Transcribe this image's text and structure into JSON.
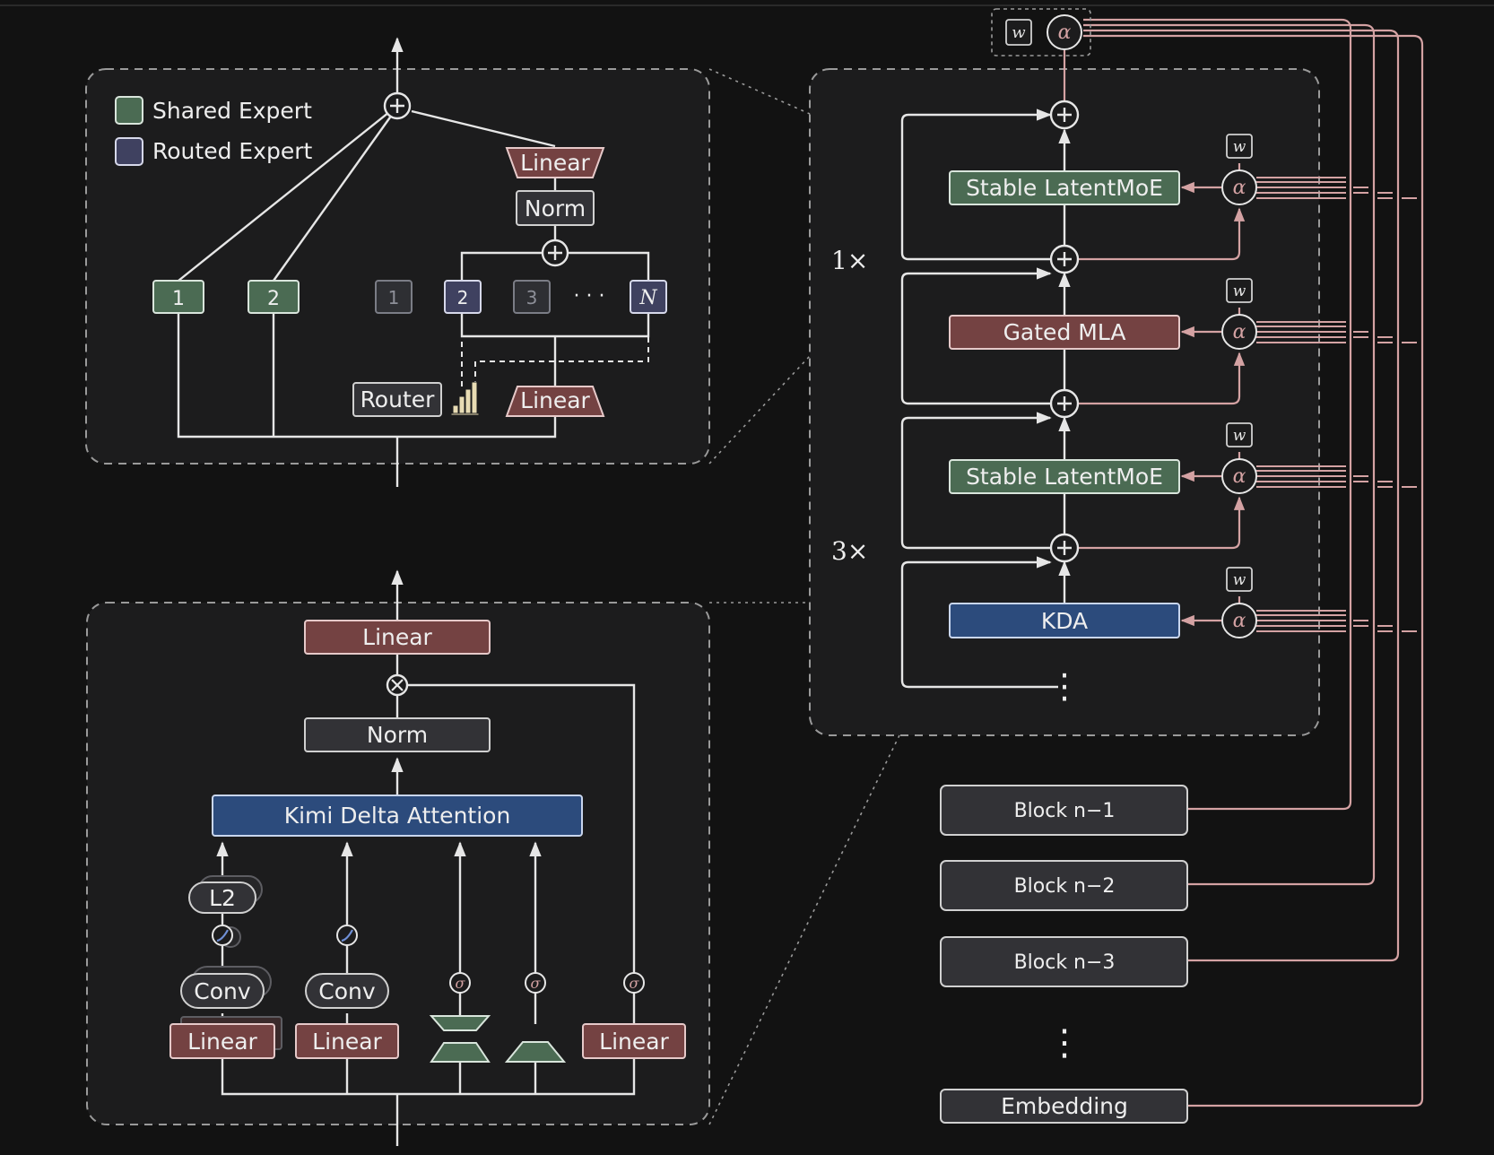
{
  "legend": {
    "shared_expert": "Shared Expert",
    "routed_expert": "Routed Expert"
  },
  "moe_detail": {
    "shared_experts": [
      "1",
      "2"
    ],
    "routed_experts": [
      "1",
      "2",
      "3",
      "· · ·",
      "N"
    ],
    "router_label": "Router",
    "linear_top": "Linear",
    "linear_bottom": "Linear",
    "norm_label": "Norm"
  },
  "kda_detail": {
    "linear_out": "Linear",
    "norm_label": "Norm",
    "attention_label": "Kimi Delta Attention",
    "l2_label": "L2",
    "conv_labels": [
      "Conv",
      "Conv"
    ],
    "linear_labels": [
      "Linear",
      "Linear",
      "Linear"
    ],
    "sigma": "σ"
  },
  "stack": {
    "layers": [
      "Stable LatentMoE",
      "Gated MLA",
      "Stable LatentMoE",
      "KDA"
    ],
    "repeat_top": "1×",
    "repeat_bottom": "3×",
    "weight_symbol": "w",
    "alpha_symbol": "α",
    "vdots": "⋮"
  },
  "blocks": {
    "items": [
      "Block n−1",
      "Block n−2",
      "Block n−3"
    ],
    "vdots": "⋮",
    "embedding": "Embedding"
  },
  "colors": {
    "background": "#121212",
    "panel": "#1c1c1d",
    "shared_green": "#4b6b53",
    "routed_blue": "#3f4160",
    "linear_red": "#744242",
    "kda_blue": "#2c4b7c",
    "gray_box": "#323236",
    "pink_line": "#d4a2a3",
    "white_line": "#e6e6e6"
  }
}
